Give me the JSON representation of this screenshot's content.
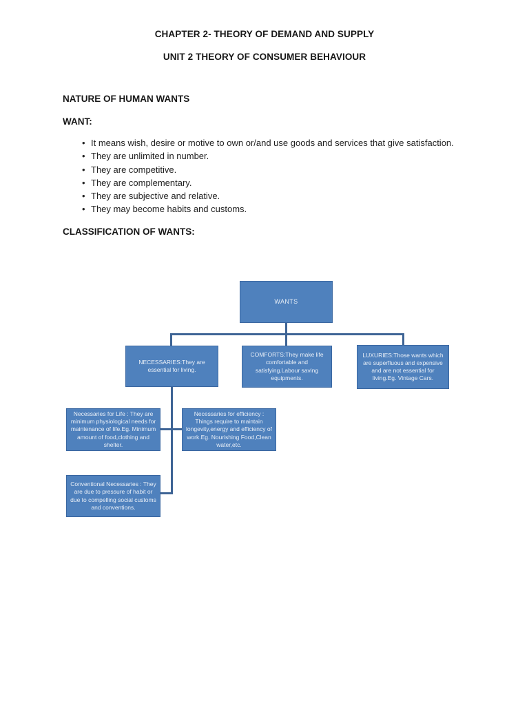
{
  "doc": {
    "chapter_title": "CHAPTER 2- THEORY OF DEMAND AND SUPPLY",
    "unit_title": "UNIT 2 THEORY OF CONSUMER BEHAVIOUR",
    "section_nature_heading": "NATURE OF HUMAN WANTS",
    "want_heading": "WANT:",
    "bullet_marker": "•",
    "want_bullets": [
      "It means wish, desire or motive to own or/and use goods and services that give satisfaction.",
      "They are unlimited in number.",
      "They are competitive.",
      "They are complementary.",
      "They are subjective and relative.",
      "They may become habits and customs."
    ],
    "classification_heading": "CLASSIFICATION OF WANTS:"
  },
  "diagram": {
    "colors": {
      "node_fill": "#4F81BD",
      "node_border": "#3A67A1",
      "node_text": "#E9EFF7",
      "connector": "#3E6495"
    },
    "nodes": {
      "wants": "WANTS",
      "necessaries": "NECESSARIES:They are essential for living.",
      "comforts": "COMFORTS:They make life comfortable and satisfying.Labour saving equipments.",
      "luxuries": "LUXURIES:Those wants which are superfluous and expensive and are not essential for living.Eg. Vintage Cars.",
      "necessaries_for_life": "Necessaries for Life : They are minimum physiological needs for maintenance of life.Eg. Minimum amount of food,clothing and shelter.",
      "necessaries_for_efficiency": "Necessaries for efficiency : Things require to maintain longevity,energy and efficiency of work.Eg. Nourishing Food,Clean water,etc.",
      "conventional_necessaries": "Conventional Necessaries : They are due to pressure of habit or due to compelling social customs and conventions."
    }
  }
}
